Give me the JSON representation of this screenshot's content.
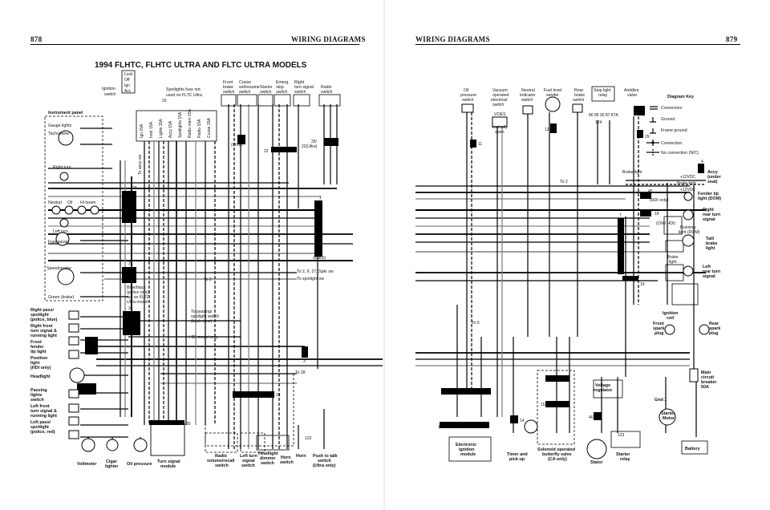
{
  "left_page": {
    "page_number": "878",
    "header": "WIRING DIAGRAMS",
    "title": "1994 FLHTC, FLHTC ULTRA AND FLTC ULTRA MODELS",
    "ignition": {
      "label1": "Ignition",
      "label2": "switch",
      "positions": [
        "Lock",
        "Off",
        "Ign",
        "Acc"
      ],
      "connector": "33"
    },
    "spotlight_fuse": {
      "l1": "Spotlights fuse not",
      "l2": "used on FLTC Ultra"
    },
    "fuses": [
      "Ign 15A",
      "Instr 15A",
      "Lights 15A",
      "Accy 15A",
      "Spotlights 15A",
      "Radio mem 15A",
      "Radio 15A",
      "Cruise 15A"
    ],
    "top_switches": [
      {
        "l1": "Front",
        "l2": "brake",
        "l3": "switch"
      },
      {
        "l1": "Cruise",
        "l2": "set/resume",
        "l3": "switch"
      },
      {
        "l1": "Starter",
        "l2": "switch",
        "l3": ""
      },
      {
        "l1": "Emerg.",
        "l2": "stop",
        "l3": "switch"
      },
      {
        "l1": "Right",
        "l2": "turn signal",
        "l3": "switch"
      },
      {
        "l1": "Radio",
        "l2": "switch",
        "l3": ""
      }
    ],
    "conn16": {
      "num": "16",
      "sub": "(Ultra)"
    },
    "conn22": "22",
    "conn25": {
      "num": "25/",
      "sub": "22(Ultra)"
    },
    "instrument_panel": "Instrument panel",
    "left_components": [
      "Gauge lights",
      "Tachometer",
      "Right turn",
      "Neutral",
      "Oil",
      "Hi beam",
      "Left turn",
      "Fuel gauge",
      "Speedometer",
      "Green (brake)"
    ],
    "lamp_labels": [
      {
        "l1": "Right pass/",
        "l2": "spotlight",
        "l3": "(police, blue)"
      },
      {
        "l1": "Right front",
        "l2": "turn signal &",
        "l3": "running light"
      },
      {
        "l1": "Front",
        "l2": "fender",
        "l3": "tip light"
      },
      {
        "l1": "Position",
        "l2": "light",
        "l3": "(HDI only)"
      },
      {
        "l1": "Headlight",
        "l2": "",
        "l3": ""
      },
      {
        "l1": "Passing",
        "l2": "lights",
        "l3": "switch"
      },
      {
        "l1": "Left front",
        "l2": "turn signal &",
        "l3": "running light"
      },
      {
        "l1": "Left pass/",
        "l2": "spotlight",
        "l3": "(police, red)"
      }
    ],
    "bottom_components": [
      {
        "l1": "Voltmeter",
        "l2": ""
      },
      {
        "l1": "Cigar",
        "l2": "lighter"
      },
      {
        "l1": "Oil pressure",
        "l2": ""
      },
      {
        "l1": "Turn signal",
        "l2": "module"
      },
      {
        "l1": "Radio",
        "l2": "volume/recall",
        "l3": "switch"
      },
      {
        "l1": "Left turn",
        "l2": "signal",
        "l3": "switch"
      },
      {
        "l1": "Headlight",
        "l2": "dimmer",
        "l3": "switch"
      },
      {
        "l1": "Horn",
        "l2": "switch"
      },
      {
        "l1": "Horn",
        "l2": ""
      },
      {
        "l1": "Push to talk",
        "l2": "switch",
        "l3": "(Ultra only)"
      }
    ],
    "blue_black": {
      "l1": "Blue/black",
      "l2": "(police only)",
      "l3": "not on FLTC",
      "l4": "Ultra model"
    },
    "passing_switch": {
      "l1": "To passing/",
      "l2": "spotlight switch",
      "l3": "(back view)"
    },
    "hdi_only": "HDI model only",
    "black": "(Black)",
    "to_spkr": "To 2, 6, 27, Spkr sw",
    "to_spotlight": "To spotlight sw",
    "to_2": "To 2",
    "to_28": "To 28",
    "to_accy": "To accy sw",
    "conn_nums": [
      "1",
      "3",
      "20",
      "21",
      "23",
      "24",
      "30",
      "31",
      "32",
      "35",
      "123"
    ]
  },
  "right_page": {
    "page_number": "879",
    "header": "WIRING DIAGRAMS",
    "top_components": [
      {
        "l1": "Oil",
        "l2": "pressure",
        "l3": "switch"
      },
      {
        "l1": "Vacuum",
        "l2": "operated",
        "l3": "electrical",
        "l4": "switch"
      },
      {
        "l1": "Neutral",
        "l2": "indicator",
        "l3": "switch"
      },
      {
        "l1": "Fuel level",
        "l2": "sender",
        "l3": ""
      },
      {
        "l1": "Rear",
        "l2": "brake",
        "l3": "switch"
      },
      {
        "l1": "Stop light",
        "l2": "relay",
        "l3": ""
      },
      {
        "l1": "Antidive",
        "l2": "valve",
        "l3": ""
      }
    ],
    "voes": {
      "l1": "VOES",
      "l2": "normally",
      "l3": "open"
    },
    "relay_pins": "86 85 30 87 87A",
    "diagram_key": {
      "title": "Diagram Key",
      "items": [
        "Connectors",
        "Ground",
        "Frame ground",
        "Connection",
        "No connection (N/C)"
      ]
    },
    "right_side": [
      {
        "l1": "Accy",
        "l2": "(under",
        "l3": "seat)"
      },
      {
        "l1": "Fender tip",
        "l2": "light (DOM)",
        "l3": ""
      },
      {
        "l1": "Right",
        "l2": "rear turn",
        "l3": "signal"
      },
      {
        "l1": "Tail/",
        "l2": "brake",
        "l3": "light"
      },
      {
        "l1": "Left",
        "l2": "rear turn",
        "l3": "signal"
      }
    ],
    "hdi_only": "(HDI only)",
    "running_light": {
      "l1": "Running",
      "l2": "light (DOM)"
    },
    "brake_light": {
      "l1": "Brake",
      "l2": "light"
    },
    "ow_hdi": "(O/W HDI)",
    "ignition_coil": {
      "l1": "Ignition",
      "l2": "coil"
    },
    "front_plug": {
      "l1": "Front",
      "l2": "spark",
      "l3": "plug"
    },
    "rear_plug": {
      "l1": "Rear",
      "l2": "spark",
      "l3": "plug"
    },
    "main_breaker": {
      "l1": "Main",
      "l2": "circuit",
      "l3": "breaker",
      "l4": "50A"
    },
    "voltage_regulator": {
      "l1": "Voltage",
      "l2": "regulator"
    },
    "gnd1": "Gnd 1",
    "starter_motor": {
      "l1": "Starter",
      "l2": "Motor"
    },
    "stator": "Stator",
    "starter_relay": {
      "l1": "Starter",
      "l2": "relay"
    },
    "battery": "Battery",
    "eim": {
      "l1": "Electronic",
      "l2": "ignition",
      "l3": "module"
    },
    "timer": {
      "l1": "Timer and",
      "l2": "pick-up"
    },
    "solenoid": {
      "l1": "Solenoid operated",
      "l2": "butterfly valve",
      "l3": "(CA only)"
    },
    "brake_light_label": "Brake light",
    "to_2": "To 2",
    "to_6": "To 6",
    "conn_nums": [
      "4",
      "6",
      "7",
      "8",
      "10",
      "11",
      "13",
      "14",
      "15",
      "18",
      "19",
      "29",
      "45",
      "46",
      "123",
      "124"
    ],
    "ground_labels": [
      "+12VDC",
      "Brake light",
      "+12VDC",
      "Gnd"
    ]
  }
}
